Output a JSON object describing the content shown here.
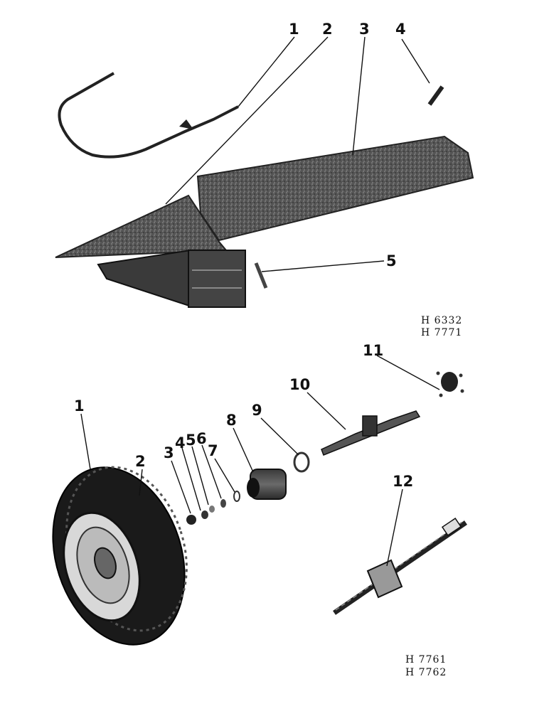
{
  "top_assembly": {
    "callouts": [
      "1",
      "2",
      "3",
      "4",
      "5"
    ],
    "refs": [
      "H 6332",
      "H 7771"
    ]
  },
  "bottom_assembly": {
    "callouts": [
      "1",
      "2",
      "3",
      "4",
      "5",
      "6",
      "7",
      "8",
      "9",
      "10",
      "11",
      "12"
    ],
    "refs": [
      "H 7761",
      "H 7762"
    ]
  }
}
